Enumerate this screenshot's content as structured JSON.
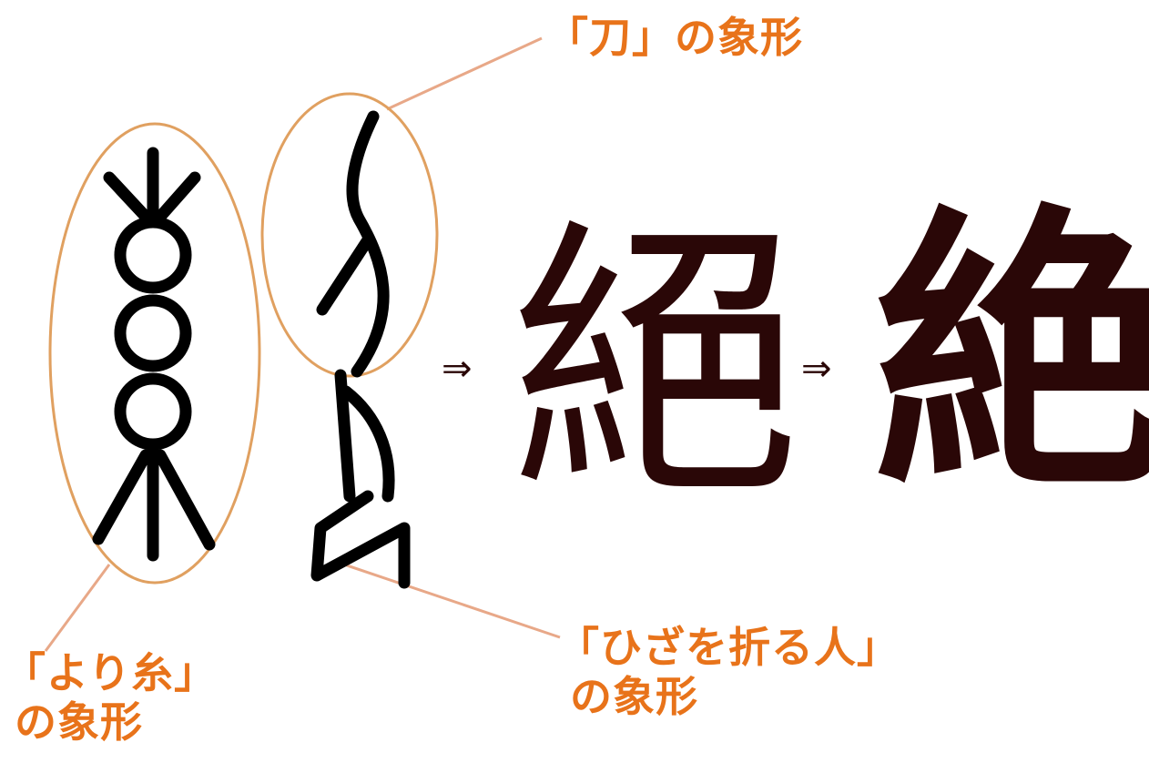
{
  "labels": {
    "katana_line1": "「刀」の象形",
    "thread_line1": "「より糸」",
    "thread_line2": "の象形",
    "kneeling_line1": "「ひざを折る人」",
    "kneeling_line2": "の象形"
  },
  "characters": {
    "old_form": "絕",
    "new_form": "絶"
  },
  "arrows": {
    "arrow_1": "⇒",
    "arrow_2": "⇒"
  },
  "colors": {
    "label_text": "#e8731a",
    "ellipse_outline": "#e0a060",
    "leader_line": "#e8a888",
    "glyph": "#000000",
    "kanji": "#2a0707"
  }
}
